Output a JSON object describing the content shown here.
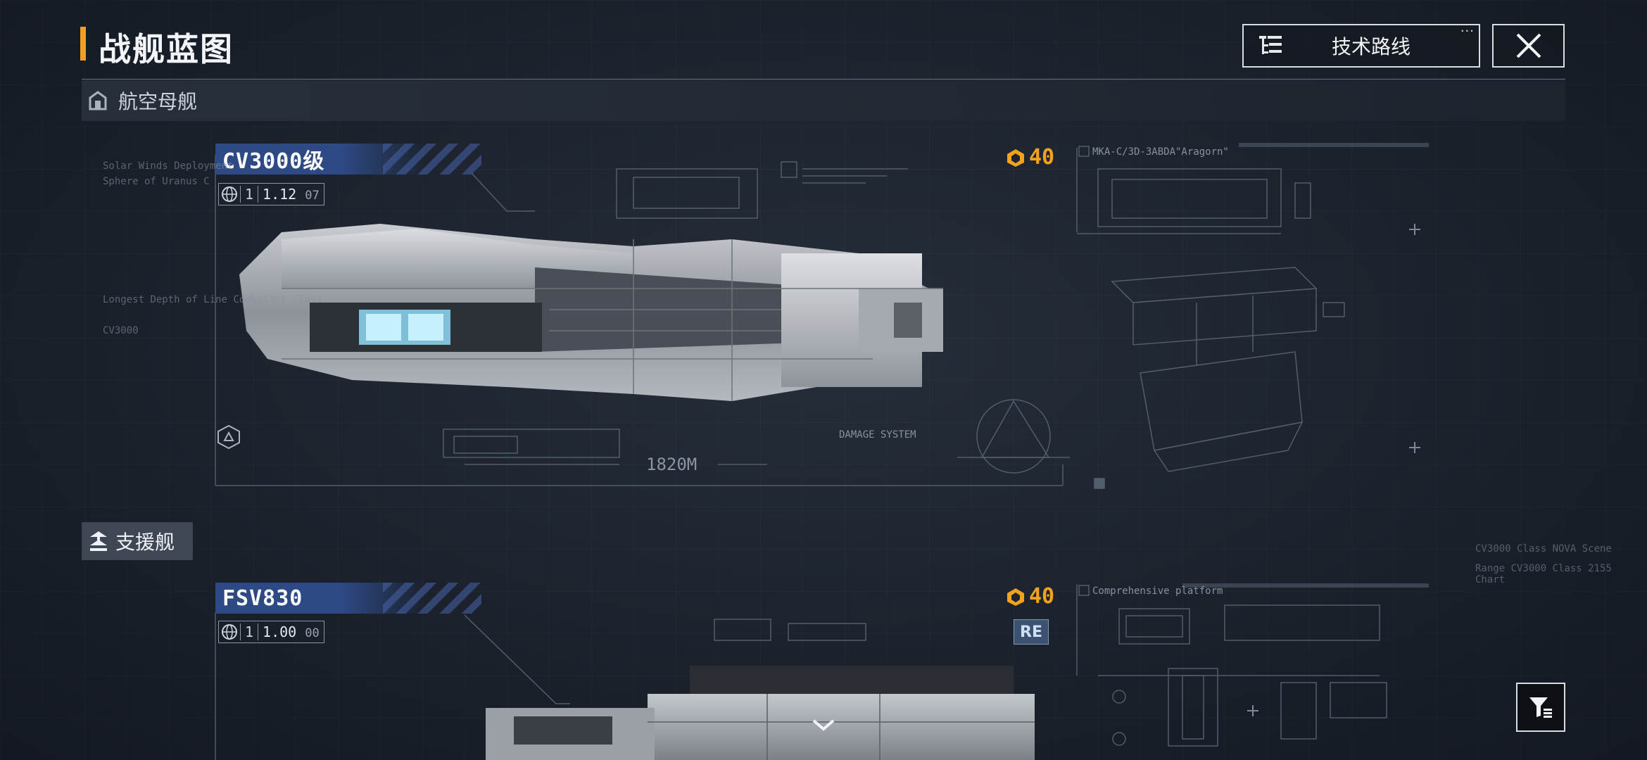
{
  "header": {
    "title": "战舰蓝图",
    "tech_route_label": "技术路线",
    "close_icon": "close-x-icon",
    "accent": "#f0a020"
  },
  "category": {
    "label": "航空母舰",
    "icon": "hangar-icon"
  },
  "ships": [
    {
      "name": "CV3000级",
      "tier": "1",
      "version_main": "1.12",
      "version_sub": "07",
      "cost": "40",
      "blueprint_tag": "MKA-C/3D-3ABDA\"Aragorn\"",
      "length": "1820M",
      "caption_1": "Solar Winds Deployment",
      "caption_2": "Sphere of Uranus C",
      "caption_3": "Longest Depth of Line Combatant Class",
      "caption_4": "CV3000",
      "system_label": "DAMAGE SYSTEM"
    },
    {
      "name": "FSV830",
      "tier": "1",
      "version_main": "1.00",
      "version_sub": "00",
      "cost": "40",
      "badge": "RE",
      "blueprint_tag": "Comprehensive platform",
      "caption_1": "CV3000 Class NOVA Scene",
      "caption_2": "Range CV3000 Class 2155 Chart"
    }
  ],
  "section": {
    "label": "支援舰",
    "icon": "support-ship-icon"
  },
  "colors": {
    "cost": "#f3a21d",
    "ship_name_bar": "#2e4a86",
    "background": "#1e2530"
  }
}
